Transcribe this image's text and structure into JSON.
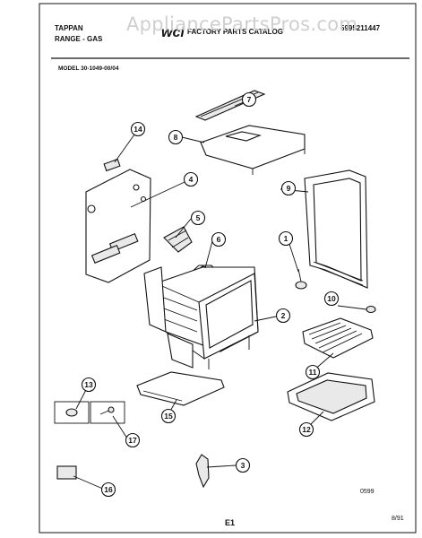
{
  "watermark": "AppliancePartsPros.com",
  "header": {
    "brand": "TAPPAN",
    "product": "RANGE - GAS",
    "logo": "wci",
    "catalog_title": "FACTORY PARTS CATALOG",
    "catalog_number": "5995211447"
  },
  "model": "MODEL 30-1049-00/04",
  "callouts": [
    "1",
    "2",
    "3",
    "4",
    "5",
    "6",
    "7",
    "8",
    "9",
    "10",
    "11",
    "12",
    "13",
    "14",
    "15",
    "16",
    "17"
  ],
  "footer": {
    "code": "0599",
    "page": "E1",
    "date": "8/91"
  }
}
